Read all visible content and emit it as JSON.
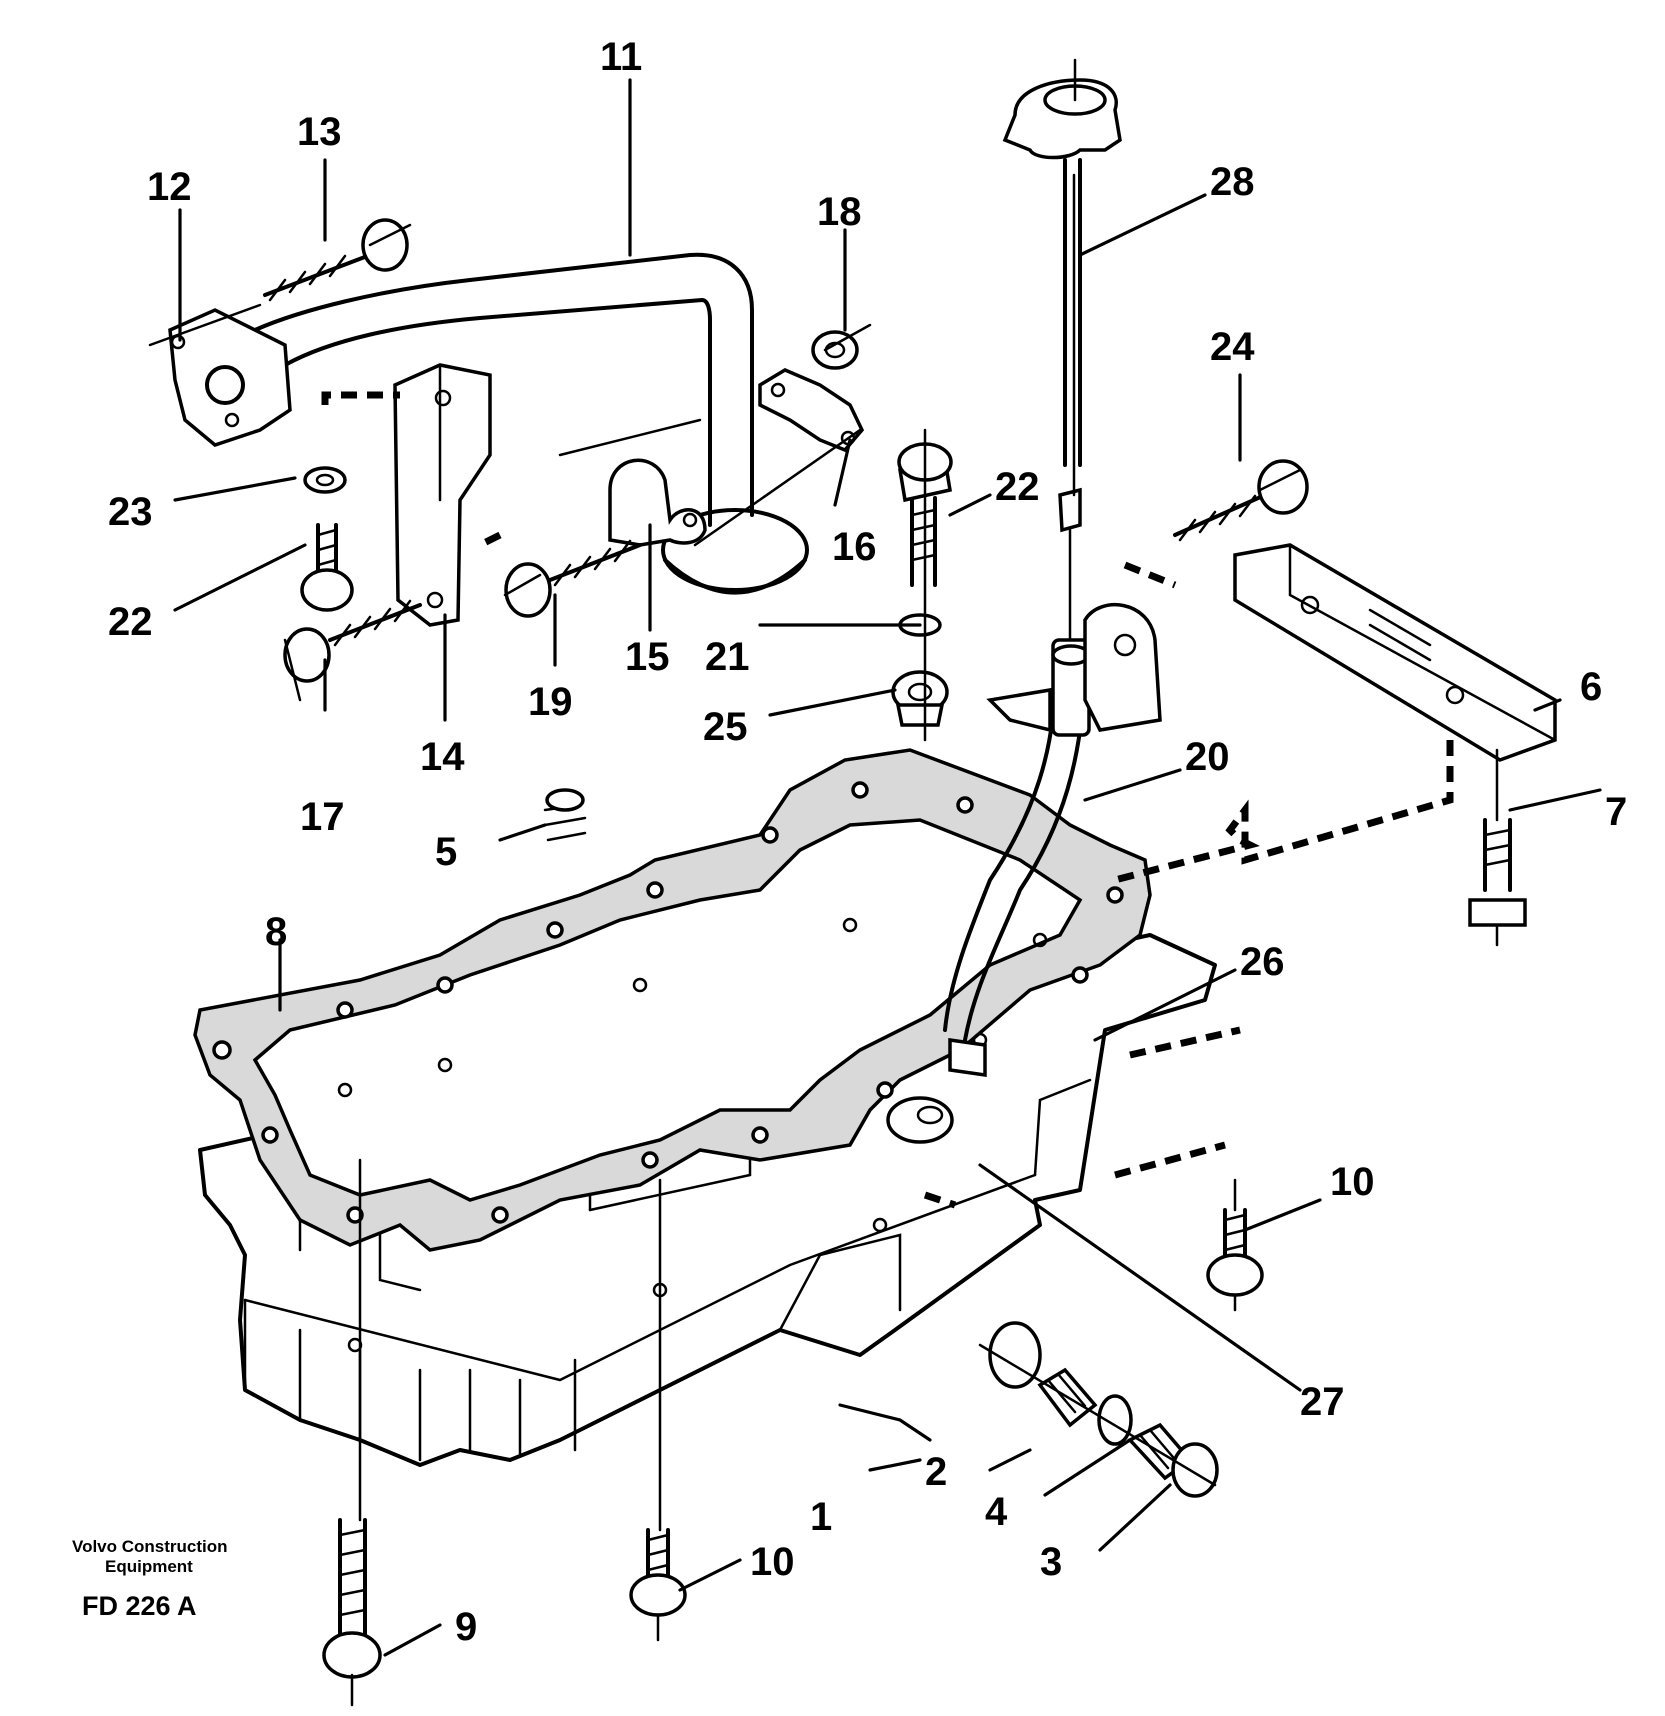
{
  "diagram": {
    "callouts": [
      {
        "id": "c1",
        "label": "1"
      },
      {
        "id": "c2",
        "label": "2"
      },
      {
        "id": "c3",
        "label": "3"
      },
      {
        "id": "c4",
        "label": "4"
      },
      {
        "id": "c5",
        "label": "5"
      },
      {
        "id": "c6",
        "label": "6"
      },
      {
        "id": "c7",
        "label": "7"
      },
      {
        "id": "c8",
        "label": "8"
      },
      {
        "id": "c9",
        "label": "9"
      },
      {
        "id": "c10a",
        "label": "10"
      },
      {
        "id": "c10b",
        "label": "10"
      },
      {
        "id": "c11",
        "label": "11"
      },
      {
        "id": "c12",
        "label": "12"
      },
      {
        "id": "c13",
        "label": "13"
      },
      {
        "id": "c14",
        "label": "14"
      },
      {
        "id": "c15",
        "label": "15"
      },
      {
        "id": "c16",
        "label": "16"
      },
      {
        "id": "c17",
        "label": "17"
      },
      {
        "id": "c18",
        "label": "18"
      },
      {
        "id": "c19",
        "label": "19"
      },
      {
        "id": "c20",
        "label": "20"
      },
      {
        "id": "c21",
        "label": "21"
      },
      {
        "id": "c22a",
        "label": "22"
      },
      {
        "id": "c22b",
        "label": "22"
      },
      {
        "id": "c23",
        "label": "23"
      },
      {
        "id": "c24",
        "label": "24"
      },
      {
        "id": "c25",
        "label": "25"
      },
      {
        "id": "c26",
        "label": "26"
      },
      {
        "id": "c27",
        "label": "27"
      },
      {
        "id": "c28",
        "label": "28"
      }
    ]
  },
  "caption": {
    "brand_line1": "Volvo Construction",
    "brand_line2": "Equipment",
    "drawing_ref": "FD 226 A"
  }
}
